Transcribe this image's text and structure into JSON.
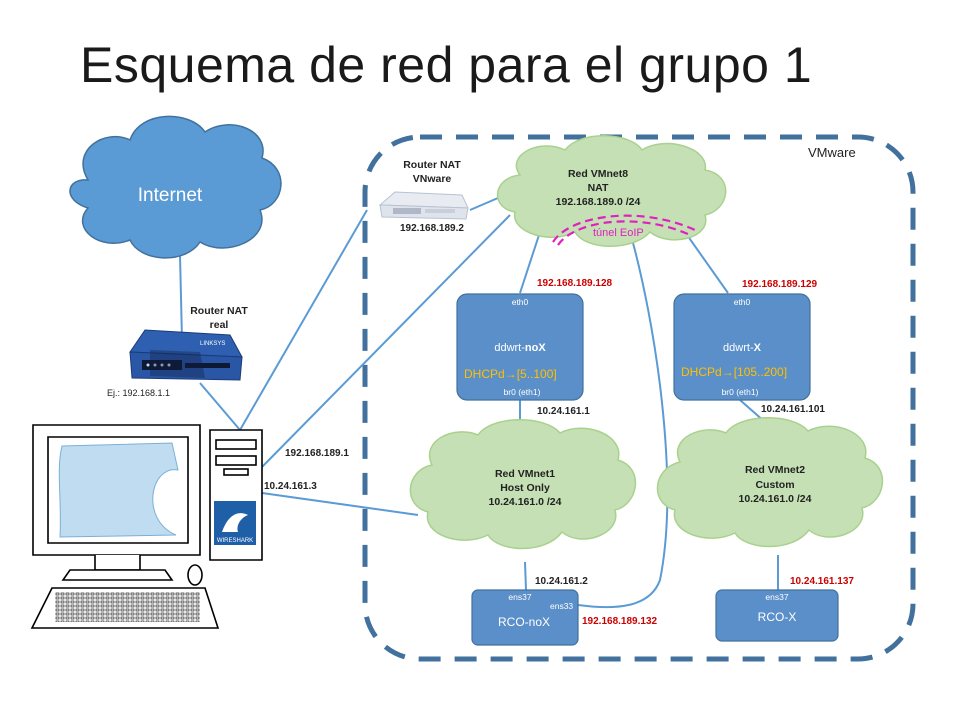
{
  "title": "Esquema de red para el grupo 1",
  "vmware_label": "VMware",
  "internet_label": "Internet",
  "router_real": {
    "line1": "Router NAT",
    "line2": "real",
    "ip": "Ej.:  192.168.1.1"
  },
  "router_vmware": {
    "line1": "Router NAT",
    "line2": "VNware",
    "ip": "192.168.189.2"
  },
  "vmnet8": {
    "line1": "Red VMnet8",
    "line2": "NAT",
    "line3": "192.168.189.0 /24"
  },
  "tunnel_label": "túnel EoIP",
  "vmnet1": {
    "line1": "Red VMnet1",
    "line2": "Host Only",
    "line3": "10.24.161.0 /24"
  },
  "vmnet2": {
    "line1": "Red VMnet2",
    "line2": "Custom",
    "line3": "10.24.161.0 /24"
  },
  "ddwrt_nox": {
    "eth": "eth0",
    "name_prefix": "ddwrt-",
    "name_bold": "noX",
    "dhcp_prefix": "DHCPd",
    "dhcp_arrow": "→",
    "dhcp_range": "[5..100]",
    "br": "br0 (eth1)"
  },
  "ddwrt_x": {
    "eth": "eth0",
    "name_prefix": "ddwrt-",
    "name_bold": "X",
    "dhcp_prefix": "DHCPd",
    "dhcp_arrow": "→",
    "dhcp_range": "[105..200]",
    "br": "br0 (eth1)"
  },
  "rco_nox": {
    "ens37": "ens37",
    "ens33": "ens33",
    "name": "RCO-noX"
  },
  "rco_x": {
    "ens37": "ens37",
    "name": "RCO-X"
  },
  "ips": {
    "nox_eth0": "192.168.189.128",
    "x_eth0": "192.168.189.129",
    "nox_br0": "10.24.161.1",
    "x_br0": "10.24.161.101",
    "pc_vmnet8": "192.168.189.1",
    "pc_vmnet1": "10.24.161.3",
    "rco_nox_ens37": "10.24.161.2",
    "rco_nox_ens33": "192.168.189.132",
    "rco_x_ens37": "10.24.161.137"
  },
  "wireshark_label": "WIRESHARK",
  "router_brand": "LINKSYS",
  "colors": {
    "accent_red": "#cc0000",
    "dhcp_orange": "#ffc000",
    "tunnel_magenta": "#e020c0",
    "box_blue": "#5b8fc9",
    "box_border": "#41719c",
    "cloud_green": "#c5e0b4",
    "cloud_blue": "#5b9bd5",
    "line_blue": "#5b9bd5",
    "dash_blue": "#41719c"
  }
}
